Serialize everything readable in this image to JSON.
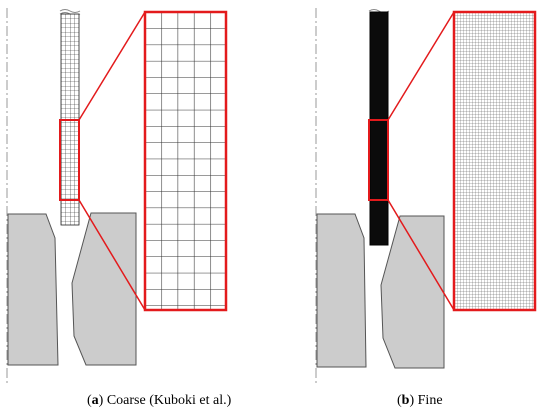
{
  "colors": {
    "highlight": "#e31a1c",
    "die": "#cccccc",
    "die_edge": "#555555",
    "centerline": "#999999",
    "mesh_line": "#222222",
    "background": "#ffffff"
  },
  "panels": [
    {
      "id": "a",
      "label": "a",
      "caption": "Coarse (Kuboki et al.)",
      "mesh": "coarse"
    },
    {
      "id": "b",
      "label": "b",
      "caption": "Fine",
      "mesh": "fine"
    }
  ]
}
